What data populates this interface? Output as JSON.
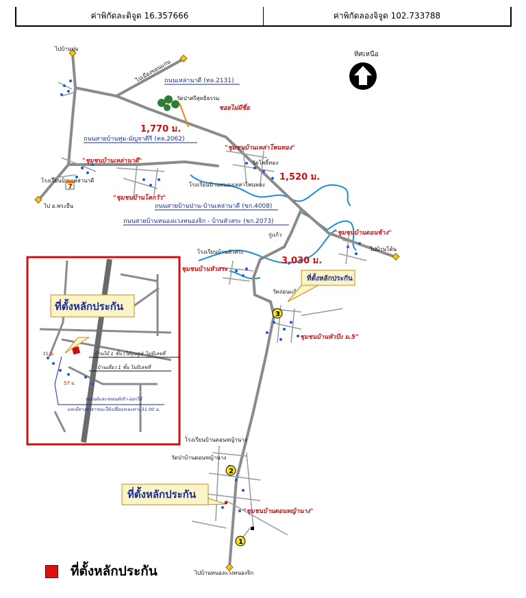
{
  "header": {
    "lat_label": "ค่าพิกัดละติจูด 16.357666",
    "lon_label": "ค่าพิกัดลองจิจูด 102.733788"
  },
  "north": {
    "label": "ทิศเหนือ"
  },
  "places": {
    "ban_thum": "ไปบ้านทุ่ม",
    "to_khonkaen": "ไปเมืองขอนแก่น",
    "lao_lan_nadi_road": "ถนนเหล่านาดี (ทล.2131)",
    "wat_si": "วัดป่าศรีสุทธิธรรม",
    "soi_no_name": "ซอยไม่มีชื่อ",
    "road_ban_thum": "ถนนสายบ้านทุ่ม-มัญจาคีรี (ทล.2062)",
    "comm_lao_nadi": "\"ชุมชนบ้านเหล่านาดี\"",
    "comm_lao_phon": "\"ชุมชนบ้านเหล่าโพนทอง\"",
    "comm_kho_wa": "\"ชุมชนบ้านโคกวัว\"",
    "school_lao_nadi": "โรงเรียนบ้านเหล่านาดี",
    "seven_eleven": "7",
    "to_phra_yuen": "ไป อ.พระยืน",
    "wat_phon": "วัดโพธิ์ทอง",
    "school_lao_phon": "โรงเรียนบ้านหนองเหล่าโพนทอง",
    "road_ban_pao": "ถนนสายบ้านป่าน-บ้านเหล่านาดี (ขก.4008)",
    "road_nong_waeng": "ถนนสายบ้านหนองแวงหนองจิก - บ้านหัวสระ (ขก.2073)",
    "comm_don_chang": "\"ชุมชนบ้านดอนช้าง\"",
    "to_ban_don": "ไปบ้านโต้น",
    "school_hua_sa": "โรงเรียนบ้านหัวสระ",
    "comm_hua_sa": "ชุมชนบ้านหัวสระ",
    "ku": "กู่แก้ว",
    "wat_don": "วัดถ่อนแก้ว",
    "comm_hua_bueng": "ชุมชนบ้านหัวบึง ม.5\"",
    "school_don_ya": "โรงเรียนบ้านดอนหญ้านาง",
    "wat_don_ya": "วัดป่าบ้านดอนหญ้านาง",
    "comm_don_ya": "\"ชุมชนบ้านดอนหญ้านาง\"",
    "to_nong_waeng": "ไปบ้านหนองแวงหนองจิก"
  },
  "distances": {
    "d1": "1,770 ม.",
    "d2": "1,520 ม.",
    "d3": "3,030 ม."
  },
  "benchmark_label": "ที่ตั้งหลักประกัน",
  "markers": [
    "1",
    "2",
    "3"
  ],
  "inset": {
    "title": "ที่ตั้งหลักประกัน",
    "dist_a": "31 ม.",
    "dist_b": "57 ม.",
    "house1": "บ้านไม้ 1 ชั้น (ใต้ถุนสูง) ไม่มีเลขที่",
    "house2": "บ้านเดี่ยว 1 ชั้น ไม่มีเลขที่",
    "note1": "รถยนต์และรถยนต์เข้า-ออกได้",
    "note2": "และมีทางสาธารณะใต้เปลี่ยนระยะทาง 31.00 ม."
  },
  "legend": {
    "label": "ที่ตั้งหลักประกัน"
  },
  "colors": {
    "road": "#8a8a8a",
    "river": "#1a8fd6",
    "accent_red": "#cc1010",
    "label_blue": "#1a2a9a",
    "callout_bg": "#fbf4c6"
  }
}
